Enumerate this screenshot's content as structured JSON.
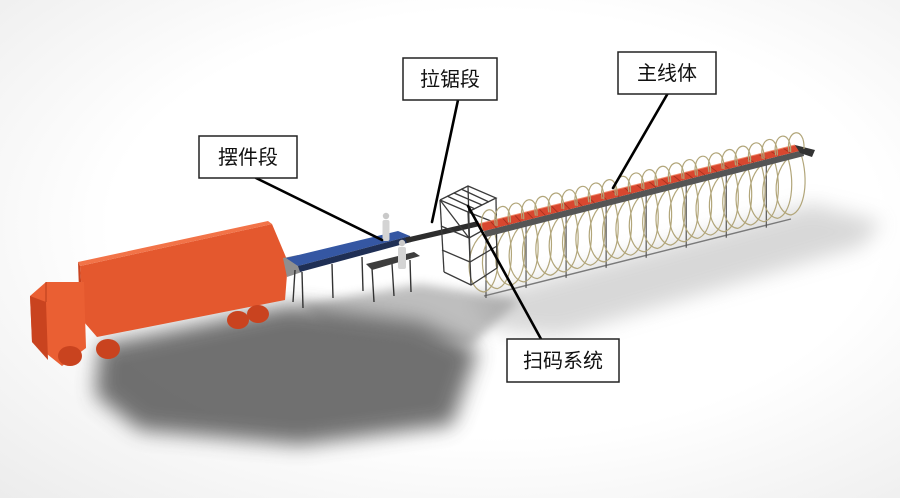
{
  "labels": {
    "swing_section": "摆件段",
    "saw_section": "拉锯段",
    "main_line": "主线体",
    "scan_system": "扫码系统"
  },
  "colors": {
    "truck": "#e4582e",
    "truck_shade": "#c9431f",
    "infeed_conveyor": "#3557a3",
    "main_belt": "#d8472f",
    "frame_wire": "#b2a67a"
  }
}
